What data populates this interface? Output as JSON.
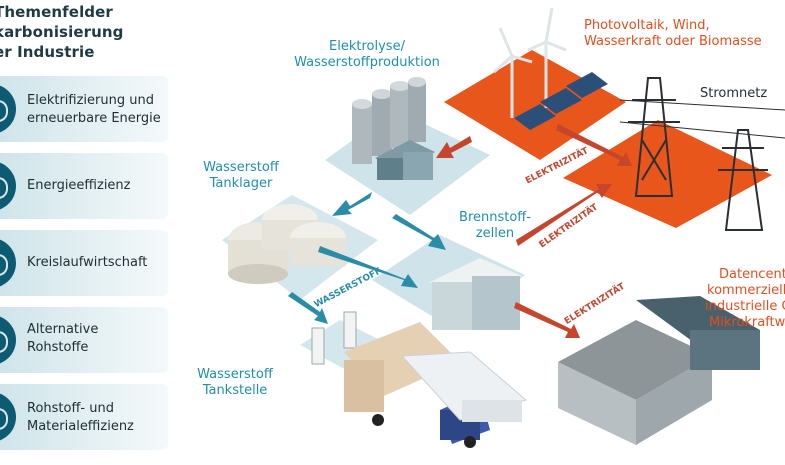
{
  "sidebar": {
    "title_lines": [
      "Themenfelder",
      "karbonisierung",
      "er Industrie"
    ],
    "items": [
      {
        "lines": [
          "Elektrifizierung und",
          "erneuerbare Energie"
        ]
      },
      {
        "lines": [
          "Energieeffizienz"
        ]
      },
      {
        "lines": [
          "Kreislaufwirtschaft"
        ]
      },
      {
        "lines": [
          "Alternative",
          "Rohstoffe"
        ]
      },
      {
        "lines": [
          "Rohstoff- und",
          "Materialeffizienz"
        ]
      }
    ]
  },
  "diagram": {
    "labels": {
      "elektrolyse": [
        "Elektrolyse/",
        "Wasserstoffproduktion"
      ],
      "erneuerbar": [
        "Photovoltaik, Wind,",
        "Wasserkraft oder Biomasse"
      ],
      "stromnetz": "Stromnetz",
      "tanklager": [
        "Wasserstoff",
        "Tanklager"
      ],
      "brennstoff": [
        "Brennstoff-",
        "zellen"
      ],
      "tankstelle": [
        "Wasserstoff",
        "Tankstelle"
      ],
      "datacenter": [
        "Datencent",
        "kommerzielle",
        "industrielle Geb",
        "Mikrokraftw"
      ]
    },
    "arrow_labels": {
      "elektrizitaet": "ELEKTRIZITÄT",
      "wasserstoff": "WASSERSTOFF"
    },
    "colors": {
      "teal": "#1f8fb0",
      "orange": "#e8561b",
      "red_arrow": "#c6452d",
      "platform": "#cfe3ea",
      "dark_text": "#223036"
    }
  }
}
